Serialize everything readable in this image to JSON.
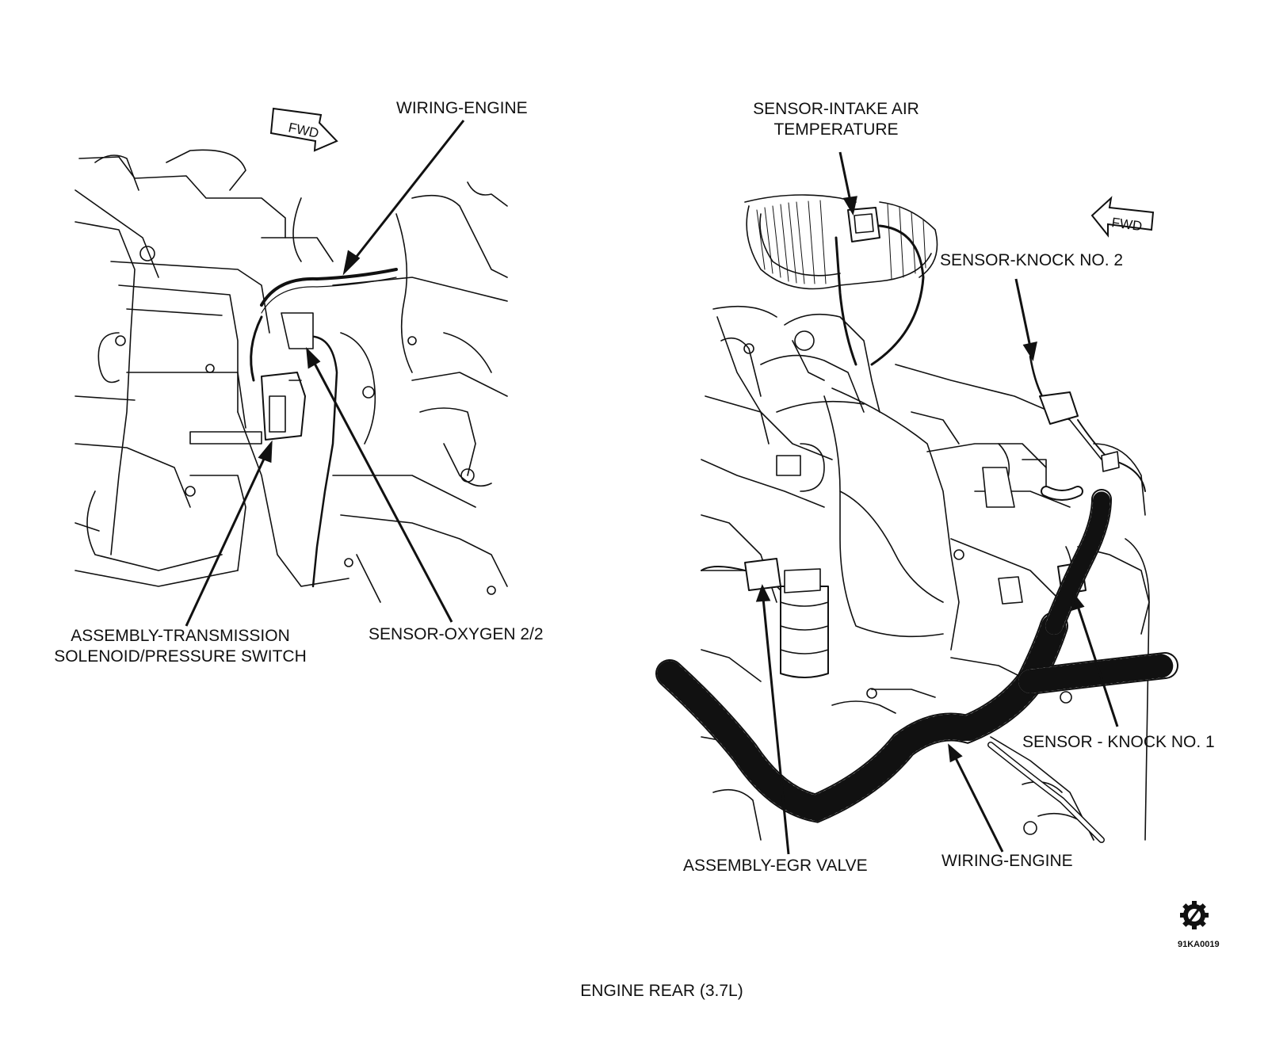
{
  "left_view": {
    "fwd": "FWD",
    "label_wiring": "WIRING-ENGINE",
    "label_trans_line1": "ASSEMBLY-TRANSMISSION",
    "label_trans_line2": "SOLENOID/PRESSURE SWITCH",
    "label_oxygen": "SENSOR-OXYGEN 2/2"
  },
  "right_view": {
    "fwd": "FWD",
    "label_iat_line1": "SENSOR-INTAKE AIR",
    "label_iat_line2": "TEMPERATURE",
    "label_knock2": "SENSOR-KNOCK NO. 2",
    "label_knock1": "SENSOR - KNOCK NO. 1",
    "label_egr": "ASSEMBLY-EGR VALVE",
    "label_wiring": "WIRING-ENGINE"
  },
  "figure_id": "91KA0019",
  "caption": "ENGINE REAR  (3.7L)"
}
